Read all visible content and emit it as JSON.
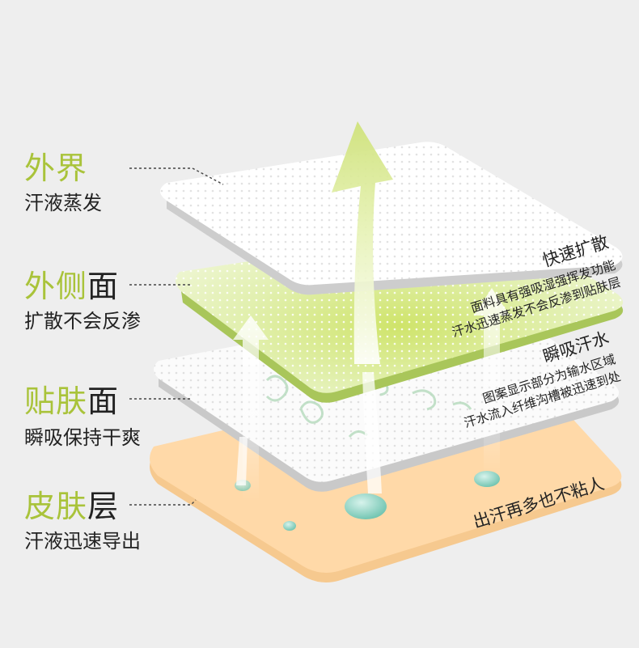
{
  "labels": [
    {
      "accent": "外界",
      "dark": "",
      "sub": "汗液蒸发"
    },
    {
      "accent": "外侧",
      "dark": "面",
      "sub": "扩散不会反渗"
    },
    {
      "accent": "贴肤",
      "dark": "面",
      "sub": "瞬吸保持干爽"
    },
    {
      "accent": "皮肤",
      "dark": "层",
      "sub": "汗液迅速导出"
    }
  ],
  "layers": {
    "outer_side": {
      "title": "快速扩散",
      "lines": [
        "面料具有强吸湿强挥发功能",
        "汗水迅速蒸发不会反渗到贴肤层"
      ]
    },
    "skin_side": {
      "title": "瞬吸汗水",
      "lines": [
        "图案显示部分为输水区域",
        "汗水流入纤维沟槽被迅速到处"
      ]
    },
    "skin": {
      "title": "出汗再多也不粘人"
    }
  },
  "colors": {
    "accent": "#a9c33a",
    "background": "#eeeeee",
    "white_layer": "#ffffff",
    "green_layer": "#d9ec9f",
    "skin_layer": "#ffd9a8",
    "water": "#8fd3c4"
  }
}
